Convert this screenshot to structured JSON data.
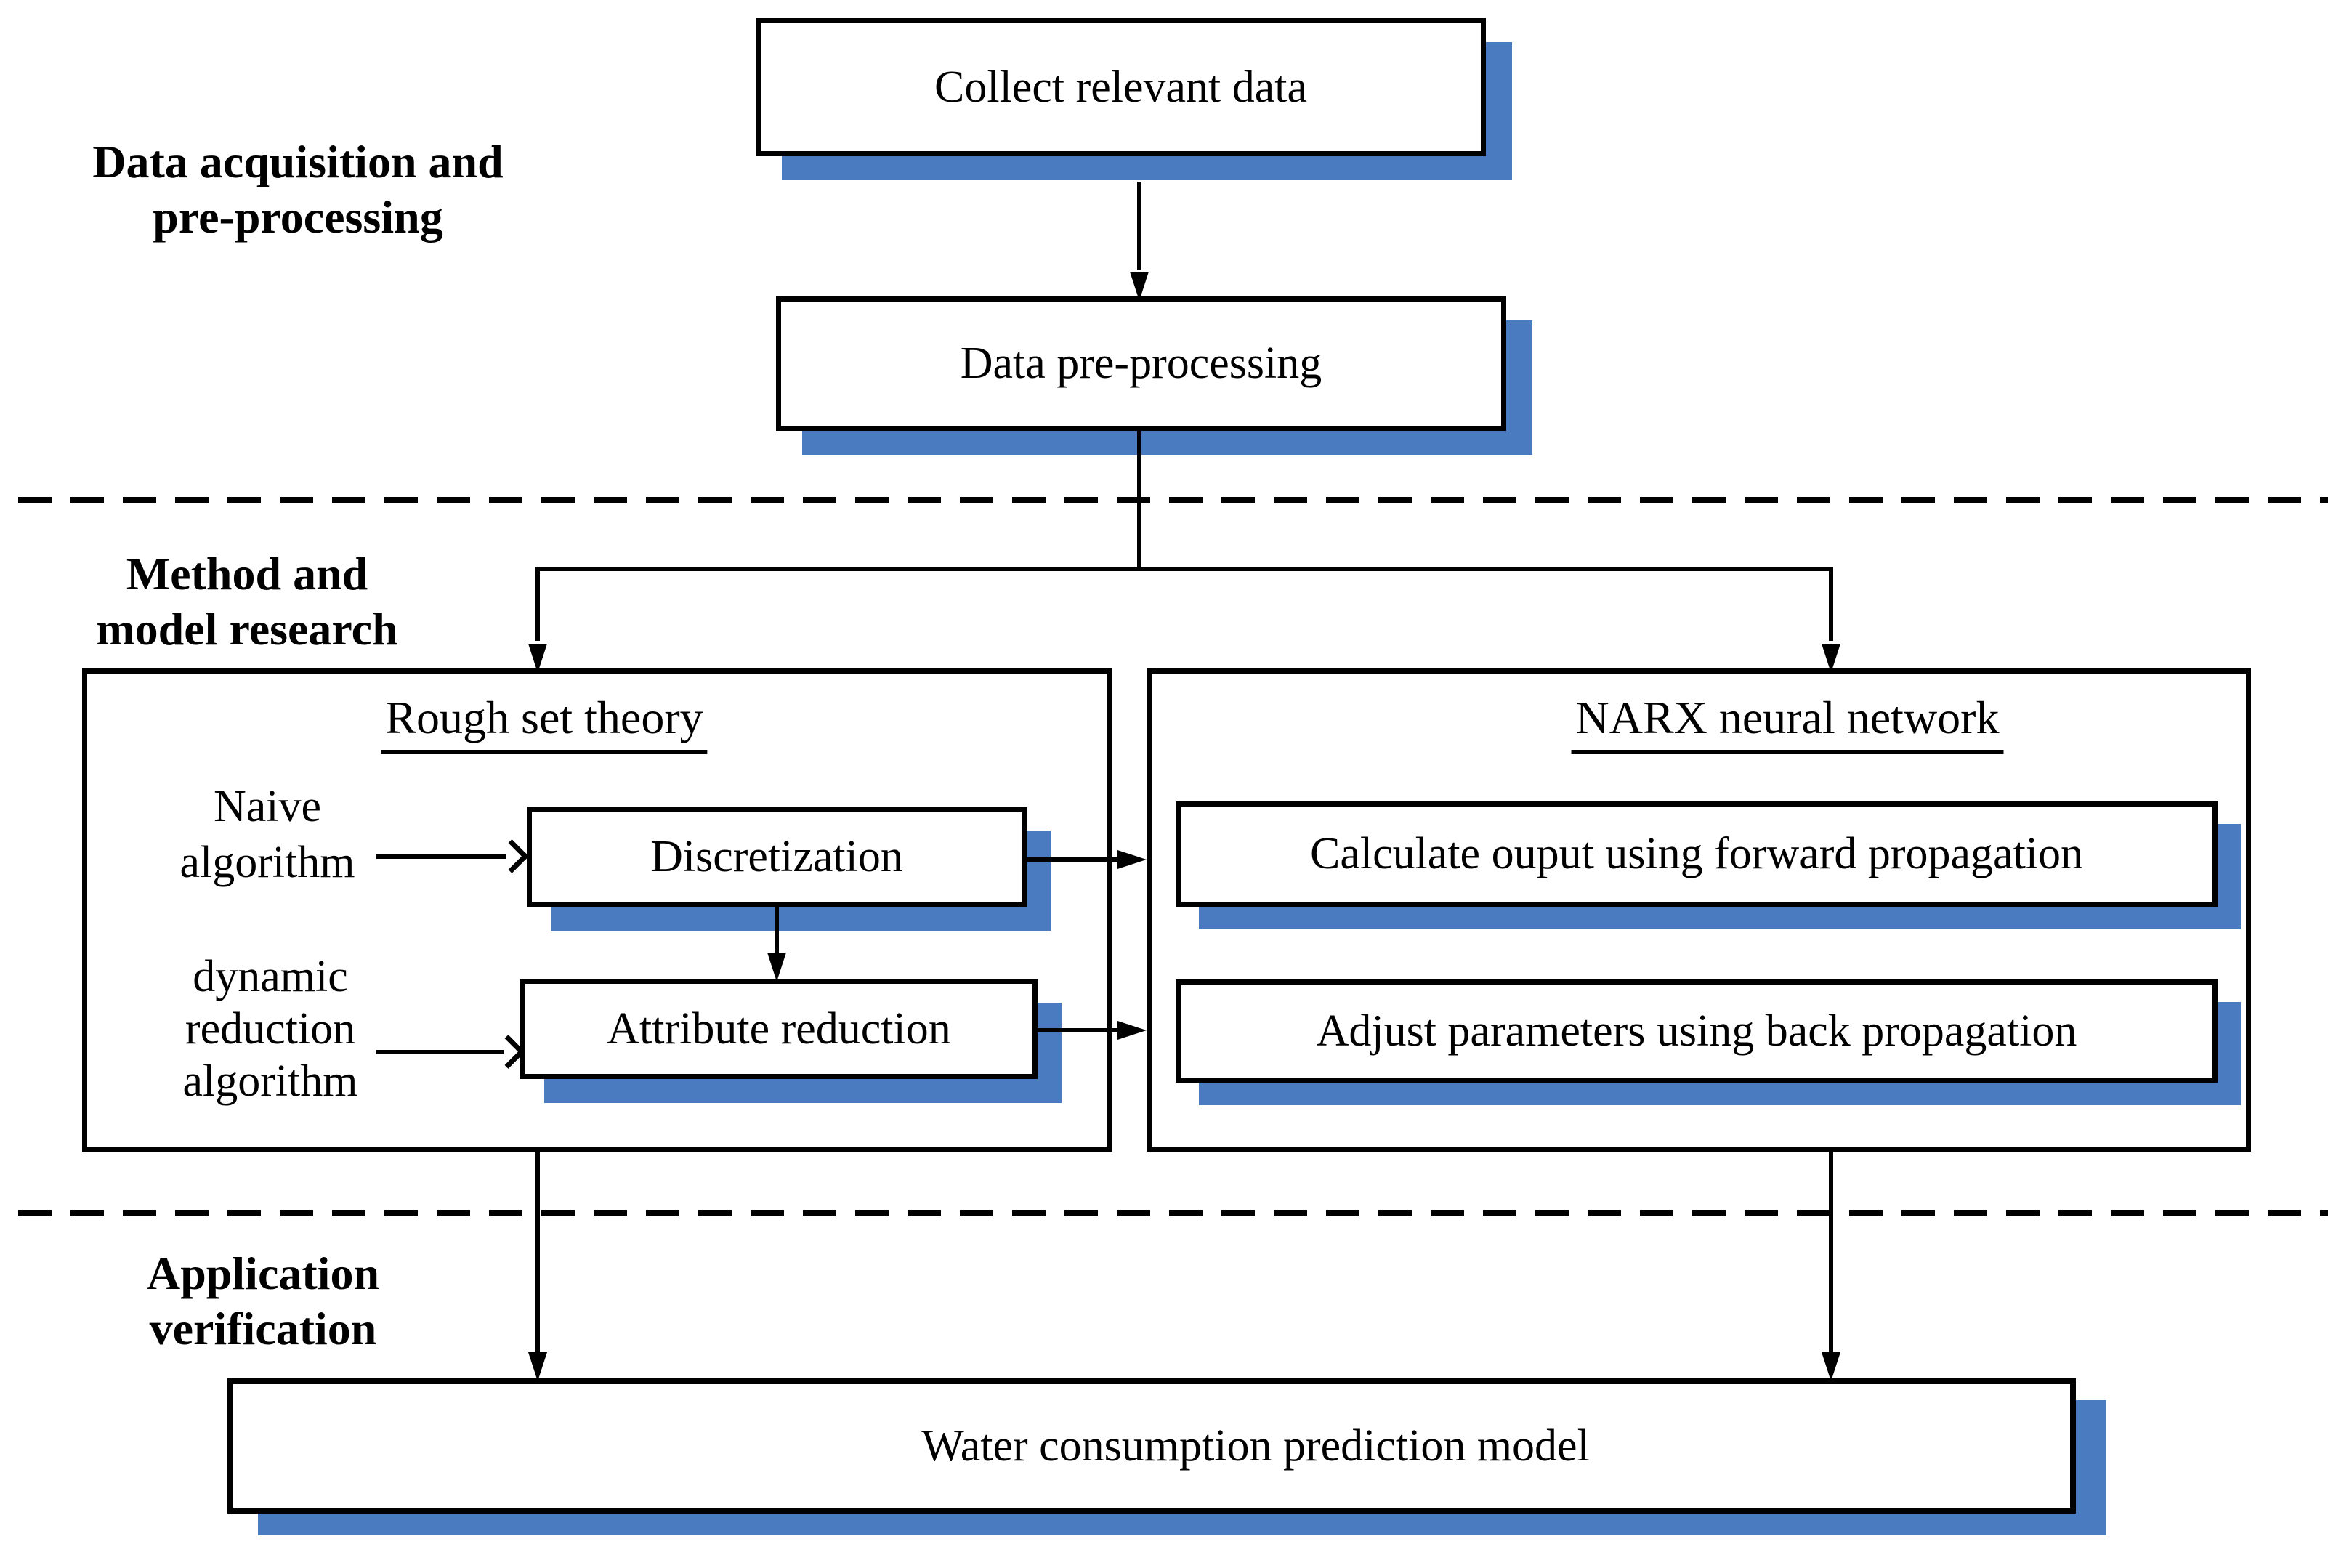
{
  "palette": {
    "shadow_blue": "#4A7ABF",
    "ink": "#000000",
    "background": "#FFFFFF"
  },
  "section_labels": {
    "acquisition": "Data acquisition and\npre-processing",
    "method": "Method and\nmodel research",
    "application": "Application\nverification"
  },
  "pipeline": {
    "collect": "Collect relevant data",
    "preprocess": "Data pre-processing",
    "prediction_model": "Water consumption prediction model"
  },
  "rough_set": {
    "title": "Rough set theory",
    "naive_label": "Naive\nalgorithm",
    "dynamic_label": "dynamic\nreduction\nalgorithm",
    "discretization": "Discretization",
    "attribute_reduction": "Attribute reduction"
  },
  "narx": {
    "title": "NARX neural network",
    "forward_step": "Calculate ouput using forward propagation",
    "backward_step": "Adjust parameters using back propagation"
  }
}
